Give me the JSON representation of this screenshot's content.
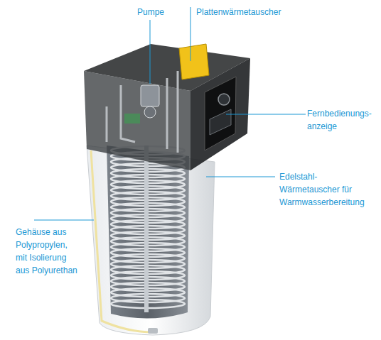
{
  "diagram": {
    "labels": [
      "Pumpe",
      "Plattenwärmetauscher",
      "Fernbedienungs- anzeige",
      "Edelstahl- Wärmetauscher für Warmwasserbereitung",
      "Gehäuse aus Polypropylen, mit Isolierung aus Polyurethan"
    ]
  }
}
